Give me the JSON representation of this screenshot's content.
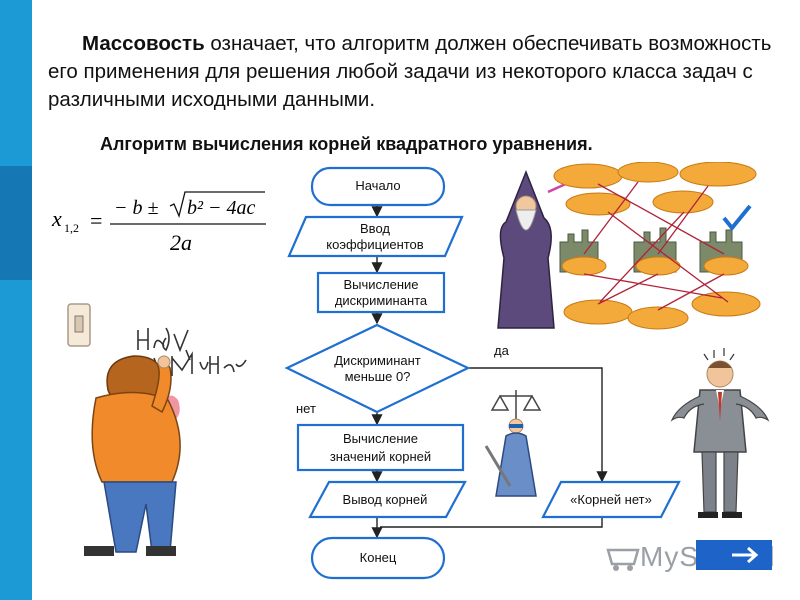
{
  "paragraph": {
    "bold": "Массовость",
    "rest": " означает, что алгоритм должен обеспечивать возможность его применения для решения любой задачи из некоторого класса задач с различными исходными данными."
  },
  "subtitle": "Алгоритм вычисления корней квадратного уравнения.",
  "formula": {
    "lhs": "x",
    "lhs_sub": "1,2",
    "eq": "=",
    "num_start": "− b ±",
    "radicand": "b² − 4ac",
    "den": "2a"
  },
  "flowchart": {
    "start": "Начало",
    "input": [
      "Ввод",
      "коэффициентов"
    ],
    "discriminant": [
      "Вычисление",
      "дискриминанта"
    ],
    "condition": [
      "Дискриминант",
      "меньше 0?"
    ],
    "yes": "да",
    "no": "нет",
    "compute_roots": [
      "Вычисление",
      "значений корней"
    ],
    "output_roots": "Вывод корней",
    "no_roots": "«Корней нет»",
    "end": "Конец"
  },
  "illustrations": {
    "boy_wall": "Hapy Day Muther",
    "wizard_game": "equation-matching-game",
    "justice": "lady-justice",
    "man": "shrugging-man"
  },
  "watermark": {
    "text": "MyShared",
    "icon": "myshared-logo-icon"
  },
  "colors": {
    "accent": "#1b9ad6",
    "shape_border": "#1f6fd1",
    "line": "#222222"
  }
}
